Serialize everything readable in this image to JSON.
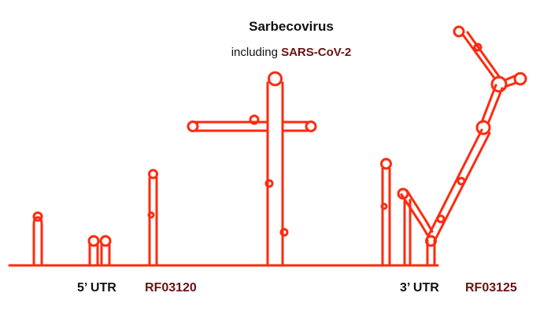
{
  "title": "Sarbecovirus",
  "subtitle": {
    "prefix": "including",
    "virus": "SARS-CoV-2"
  },
  "five_prime": {
    "utr_label": "5’ UTR",
    "rfam_id": "RF03120"
  },
  "three_prime": {
    "utr_label": "3’ UTR",
    "rfam_id": "RF03125"
  },
  "colors": {
    "structure": "#ff2a0e",
    "rfam": "#6b1212",
    "text": "#111111"
  }
}
